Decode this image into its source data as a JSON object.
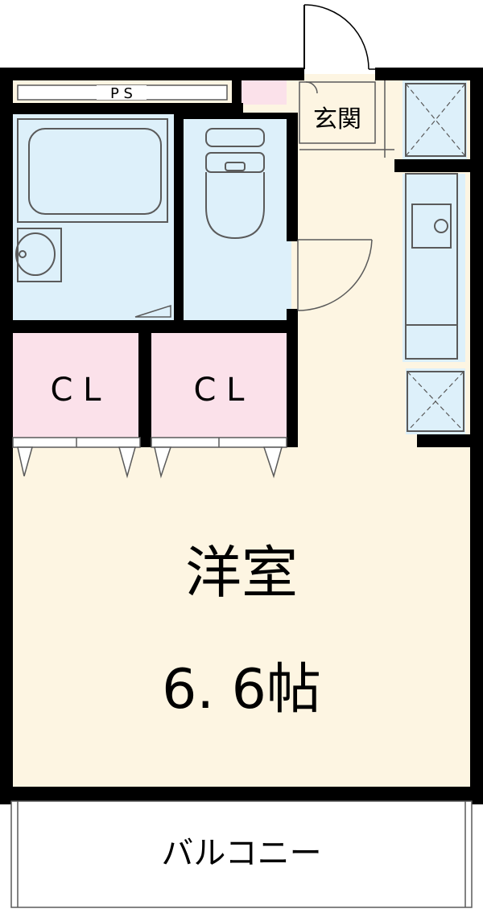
{
  "labels": {
    "ps": "P S",
    "entrance": "玄関",
    "closet_left": "C L",
    "closet_right": "C L",
    "room_name": "洋室",
    "room_size": "6. 6帖",
    "balcony": "バルコニー"
  },
  "colors": {
    "room_floor": "#fdf5e2",
    "wet_area": "#ddf0fa",
    "closet": "#fbe1ea",
    "entrance_floor": "#fdf5e2",
    "balcony": "#ffffff",
    "wall": "#000000",
    "fixture_line": "#5a5a5a"
  }
}
